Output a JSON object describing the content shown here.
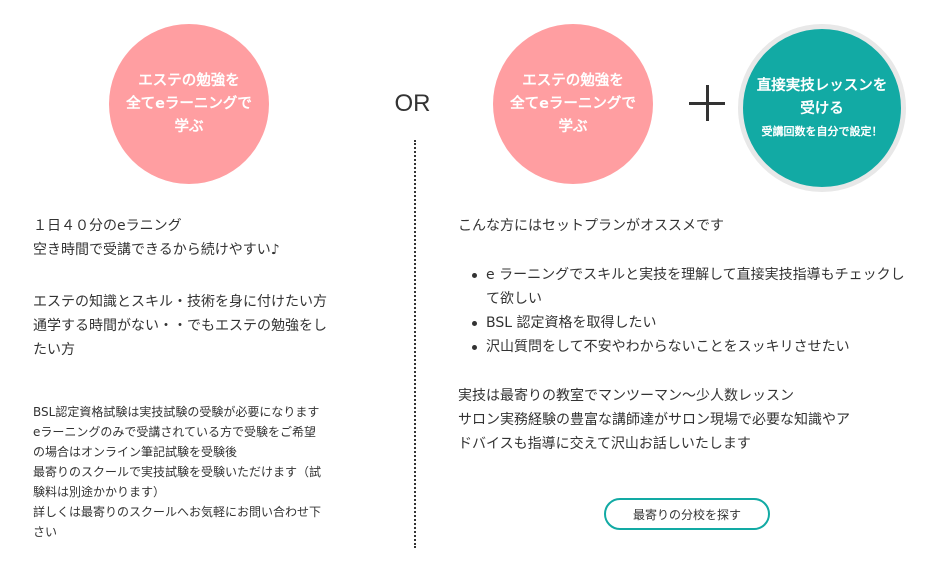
{
  "circles": {
    "left": {
      "text": "エステの勉強を\n全てeラーニングで\n学ぶ",
      "color": "#ff9ea1"
    },
    "middle": {
      "text": "エステの勉強を\n全てeラーニングで\n学ぶ",
      "color": "#ff9ea1"
    },
    "right": {
      "text": "直接実技レッスンを\n受ける",
      "subtext": "受講回数を自分で設定！",
      "color": "#12aaa4"
    }
  },
  "or_label": "OR",
  "plus_icon": "plus-icon",
  "left": {
    "p1": "１日４０分のeラニング\n空き時間で受講できるから続けやすい♪",
    "p2": "エステの知識とスキル・技術を身に付けたい方\n通学する時間がない・・でもエステの勉強をし\nたい方",
    "note": "BSL認定資格試験は実技試験の受験が必要になります\neラーニングのみで受講されている方で受験をご希望\nの場合はオンライン筆記試験を受験後\n最寄りのスクールで実技試験を受験いただけます（試\n験料は別途かかります）\n詳しくは最寄りのスクールへお気軽にお問い合わせ下\nさい"
  },
  "right": {
    "intro": "こんな方にはセットプランがオススメです",
    "bullets": [
      "e ラーニングでスキルと実技を理解して直接実技指導もチェックして欲しい",
      "BSL 認定資格を取得したい",
      "沢山質問をして不安やわからないことをスッキリさせたい"
    ],
    "detail": "実技は最寄りの教室でマンツーマン〜少人数レッスン\nサロン実務経験の豊富な講師達がサロン現場で必要な知識やア\nドバイスも指導に交えて沢山お話しいたします",
    "button_label": "最寄りの分校を探す",
    "button_border_color": "#12aaa4"
  }
}
